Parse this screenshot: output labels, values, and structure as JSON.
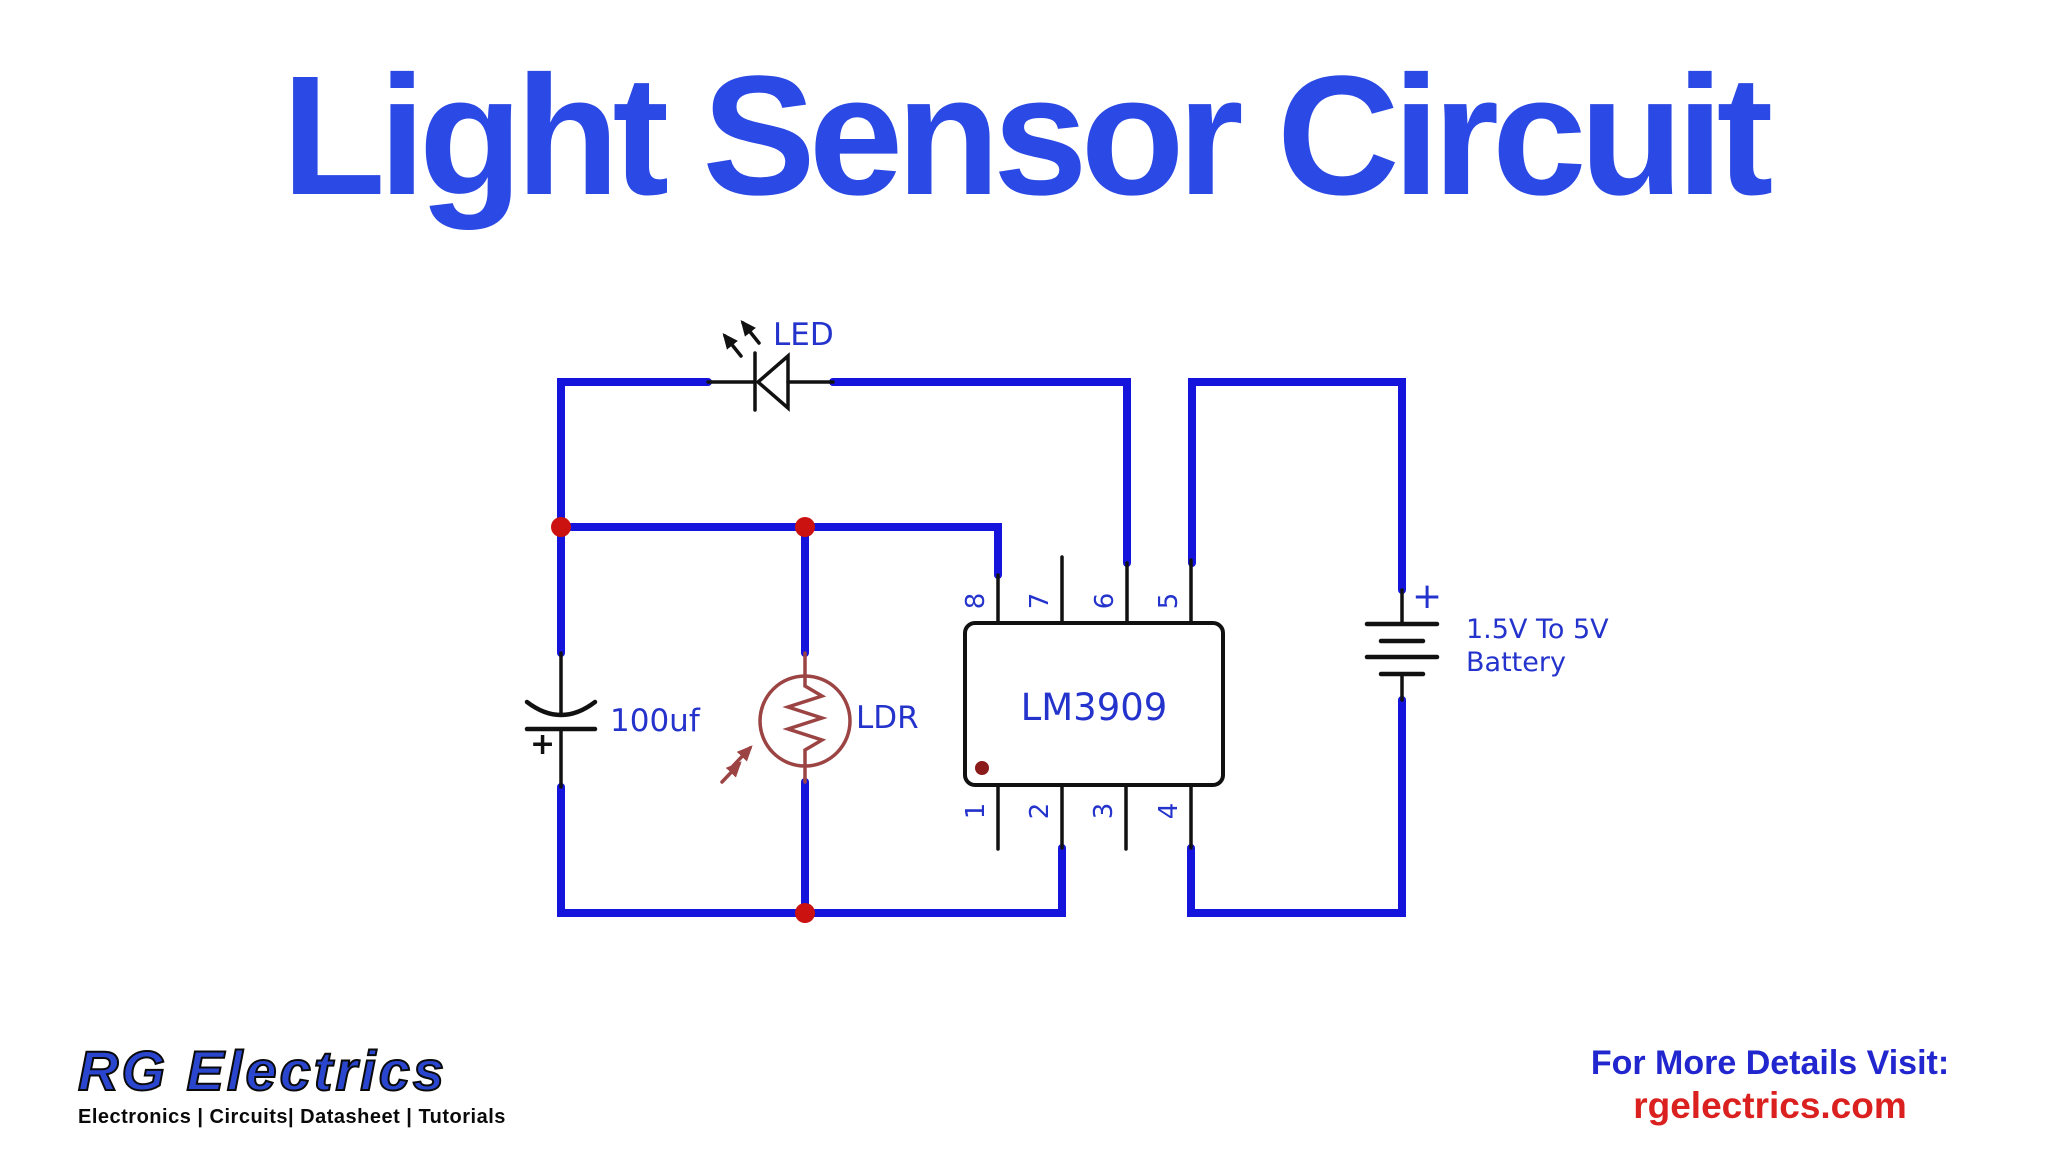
{
  "title": "Light Sensor Circuit",
  "colors": {
    "wire_blue": "#1414DC",
    "label_blue": "#2433CC",
    "title_blue": "#2B49E4",
    "junction_red": "#CC1111",
    "component_black": "#111111",
    "ldr_brown": "#9C4444",
    "ic_dot_red": "#8B1A1A",
    "footer_red": "#DB2020",
    "footer_blue": "#2226CE",
    "logo_blue": "#2A46CE",
    "background": "#FFFFFF"
  },
  "components": {
    "led": {
      "label": "LED"
    },
    "capacitor": {
      "label": "100uf",
      "polarity": "+"
    },
    "ldr": {
      "label": "LDR"
    },
    "ic": {
      "label": "LM3909",
      "pins_top": [
        "8",
        "7",
        "6",
        "5"
      ],
      "pins_bottom": [
        "1",
        "2",
        "3",
        "4"
      ]
    },
    "battery": {
      "polarity": "+",
      "label_line1": "1.5V To 5V",
      "label_line2": "Battery"
    }
  },
  "footer": {
    "logo_title": "RG Electrics",
    "logo_tagline": "Electronics | Circuits| Datasheet | Tutorials",
    "visit_text": "For More Details Visit:",
    "website": "rgelectrics.com"
  }
}
